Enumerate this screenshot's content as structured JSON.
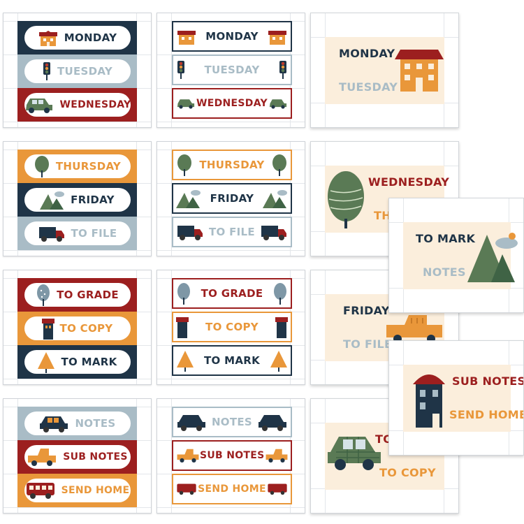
{
  "colors": {
    "navy": "#1f3447",
    "sky": "#a9bcc6",
    "red": "#9c1f1f",
    "orange": "#e9973a",
    "cream": "#fbeedc",
    "green": "#5a7a55"
  },
  "set1": {
    "monday": "MONDAY",
    "tuesday": "TUESDAY",
    "wednesday": "WEDNESDAY"
  },
  "set2": {
    "thursday": "THURSDAY",
    "friday": "FRIDAY",
    "to_file": "TO FILE"
  },
  "set3": {
    "to_grade": "TO GRADE",
    "to_copy": "TO COPY",
    "to_mark": "TO MARK"
  },
  "set4": {
    "notes": "NOTES",
    "sub_notes": "SUB NOTES",
    "send_home": "SEND HOME"
  },
  "cards": {
    "c1": {
      "top": "MONDAY",
      "bottom": "TUESDAY"
    },
    "c2": {
      "top": "WEDNESDAY",
      "bottom": "TH"
    },
    "c3": {
      "top": "FRIDAY",
      "bottom": "TO FILE"
    },
    "c4": {
      "top": "TO",
      "bottom": "TO COPY"
    },
    "c5": {
      "top": "TO MARK",
      "bottom": "NOTES"
    },
    "c6": {
      "top": "SUB NOTES",
      "bottom": "SEND HOME"
    }
  },
  "icons": [
    "house-icon",
    "traffic-light-icon",
    "car-icon",
    "tree-icon",
    "mountain-icon",
    "truck-icon",
    "dotted-tree-icon",
    "pine-tree-icon",
    "bus-icon"
  ]
}
